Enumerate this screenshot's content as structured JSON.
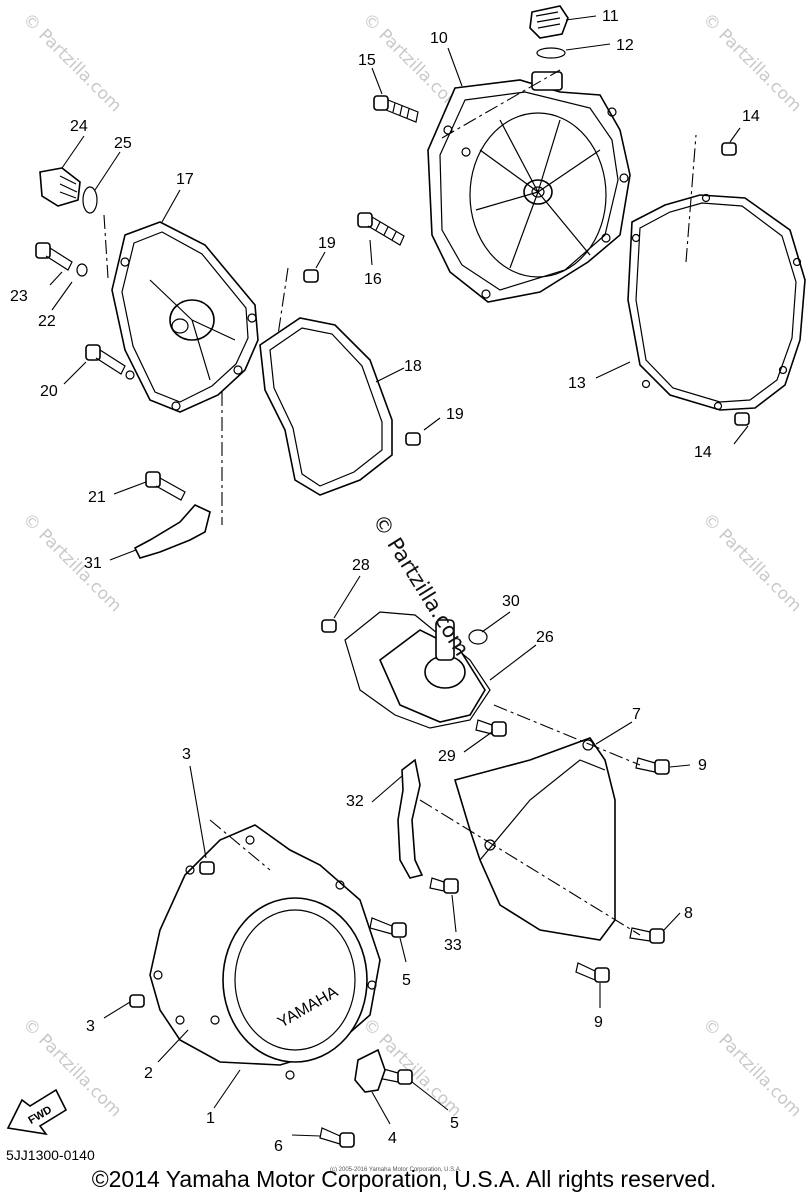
{
  "diagram": {
    "code": "5JJ1300-0140",
    "fwd_label": "FWD",
    "brand_on_cover": "YAMAHA",
    "watermark": "© Partzilla.com",
    "tiny_note": "(c) 2005-2016 Yamaha Motor Corporation, U.S.A.",
    "callouts": [
      "11",
      "12",
      "10",
      "15",
      "14",
      "24",
      "25",
      "17",
      "19",
      "16",
      "23",
      "22",
      "18",
      "13",
      "20",
      "19",
      "14",
      "21",
      "31",
      "28",
      "30",
      "26",
      "7",
      "3",
      "29",
      "9",
      "32",
      "8",
      "5",
      "33",
      "3",
      "2",
      "9",
      "1",
      "5",
      "4",
      "6"
    ]
  },
  "footer": {
    "copyright": "©2014 Yamaha Motor Corporation, U.S.A. All rights reserved."
  }
}
